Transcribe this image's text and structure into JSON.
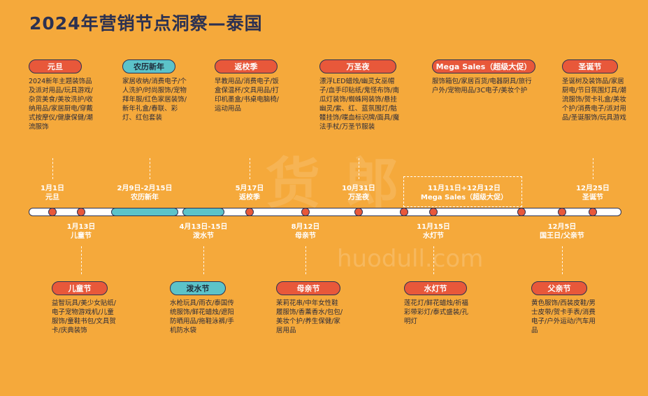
{
  "title": "2024年营销节点洞察—泰国",
  "watermark": "货 郎",
  "watermark_url": "huodull.com",
  "top_events": [
    {
      "name": "元旦",
      "desc": "2024新年主题装饰品及派对用品/玩具游戏/杂货美食/美妆洗护/收纳用品/家居厨电/穿戴式按摩仪/健康保健/潮流服饰"
    },
    {
      "name": "农历新年",
      "desc": "家居收纳/消费电子/个人洗护/时尚服饰/宠物拜年服/红色家居装饰/新年礼盒/春联、彩灯、红包套装"
    },
    {
      "name": "返校季",
      "desc": "早教用品/消费电子/饭盒保温杯/文具用品/打印机墨盒/书桌电脑椅/运动用品"
    },
    {
      "name": "万圣夜",
      "desc": "漂浮LED蜡烛/幽灵女巫帽子/血手印贴纸/鬼怪布饰/南瓜灯装饰/蜘蛛网装饰/悬挂幽灵/紫、红、蓝氛围灯/骷髅挂饰/喋血标识牌/面具/魔法手杖/万圣节服装"
    },
    {
      "name": "Mega Sales（超级大促）",
      "desc": "服饰箱包/家居百货/电器厨具/旅行户外/宠物用品/3C电子/美妆个护"
    },
    {
      "name": "圣诞节",
      "desc": "圣诞树及装饰品/家居厨电/节日氛围灯具/潮流服饰/贺卡礼盒/美妆个护/消费电子/派对用品/圣诞服饰/玩具游戏"
    }
  ],
  "bottom_events": [
    {
      "name": "儿童节",
      "desc": "益智玩具/美少女贴纸/电子宠物游戏机/儿童服饰/童鞋书包/文具贺卡/庆典装饰"
    },
    {
      "name": "泼水节",
      "desc": "水枪玩具/雨衣/泰国传统服饰/鲜花蜡烛/遮阳防晒用品/拖鞋泳裤/手机防水袋"
    },
    {
      "name": "母亲节",
      "desc": "茉莉花串/中年女性鞋履服饰/香薰香水/包包/美妆个护/养生保健/家居用品"
    },
    {
      "name": "水灯节",
      "desc": "莲花灯/鲜花蜡烛/祈福彩带彩灯/泰式盛装/孔明灯"
    },
    {
      "name": "父亲节",
      "desc": "黄色服饰/西装皮鞋/男士皮带/贺卡手表/消费电子/户外运动/汽车用品"
    }
  ],
  "timeline_top": [
    {
      "date": "1月1日",
      "name": "元旦"
    },
    {
      "date": "2月9日-2月15日",
      "name": "农历新年"
    },
    {
      "date": "5月17日",
      "name": "返校季"
    },
    {
      "date": "10月31日",
      "name": "万圣夜"
    },
    {
      "date": "11月11日+12月12日",
      "name": "Mega Sales（超级大促）"
    },
    {
      "date": "12月25日",
      "name": "圣诞节"
    }
  ],
  "timeline_bottom": [
    {
      "date": "1月13日",
      "name": "儿童节"
    },
    {
      "date": "4月13日-15日",
      "name": "泼水节"
    },
    {
      "date": "8月12日",
      "name": "母亲节"
    },
    {
      "date": "11月15日",
      "name": "水灯节"
    },
    {
      "date": "12月5日",
      "name": "国王日/父亲节"
    }
  ],
  "colors": {
    "background": "#F5A93B",
    "pill_red": "#E8583A",
    "pill_teal": "#5CC3C9",
    "navy": "#2c3151"
  }
}
